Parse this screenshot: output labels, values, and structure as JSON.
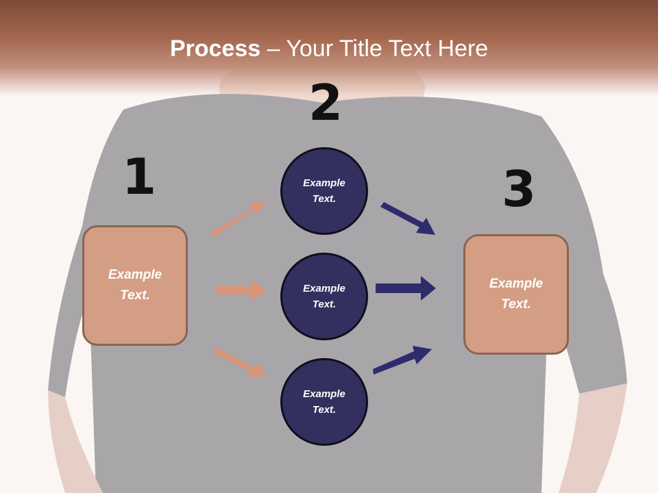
{
  "title": {
    "bold": "Process",
    "rest": " – Your Title Text Here"
  },
  "steps": [
    {
      "number": "1"
    },
    {
      "number": "2"
    },
    {
      "number": "3"
    }
  ],
  "left_box": {
    "text": "Example\nText."
  },
  "circles": [
    {
      "text": "Example\nText."
    },
    {
      "text": "Example\nText."
    },
    {
      "text": "Example\nText."
    }
  ],
  "right_box": {
    "text": "Example\nText."
  },
  "colors": {
    "box_fill": "#d49e84",
    "box_border": "#8a6552",
    "circle_fill": "#33305f",
    "left_arrow": "#d9957a",
    "right_arrow": "#2e2c6b",
    "header": "#a5684f"
  }
}
